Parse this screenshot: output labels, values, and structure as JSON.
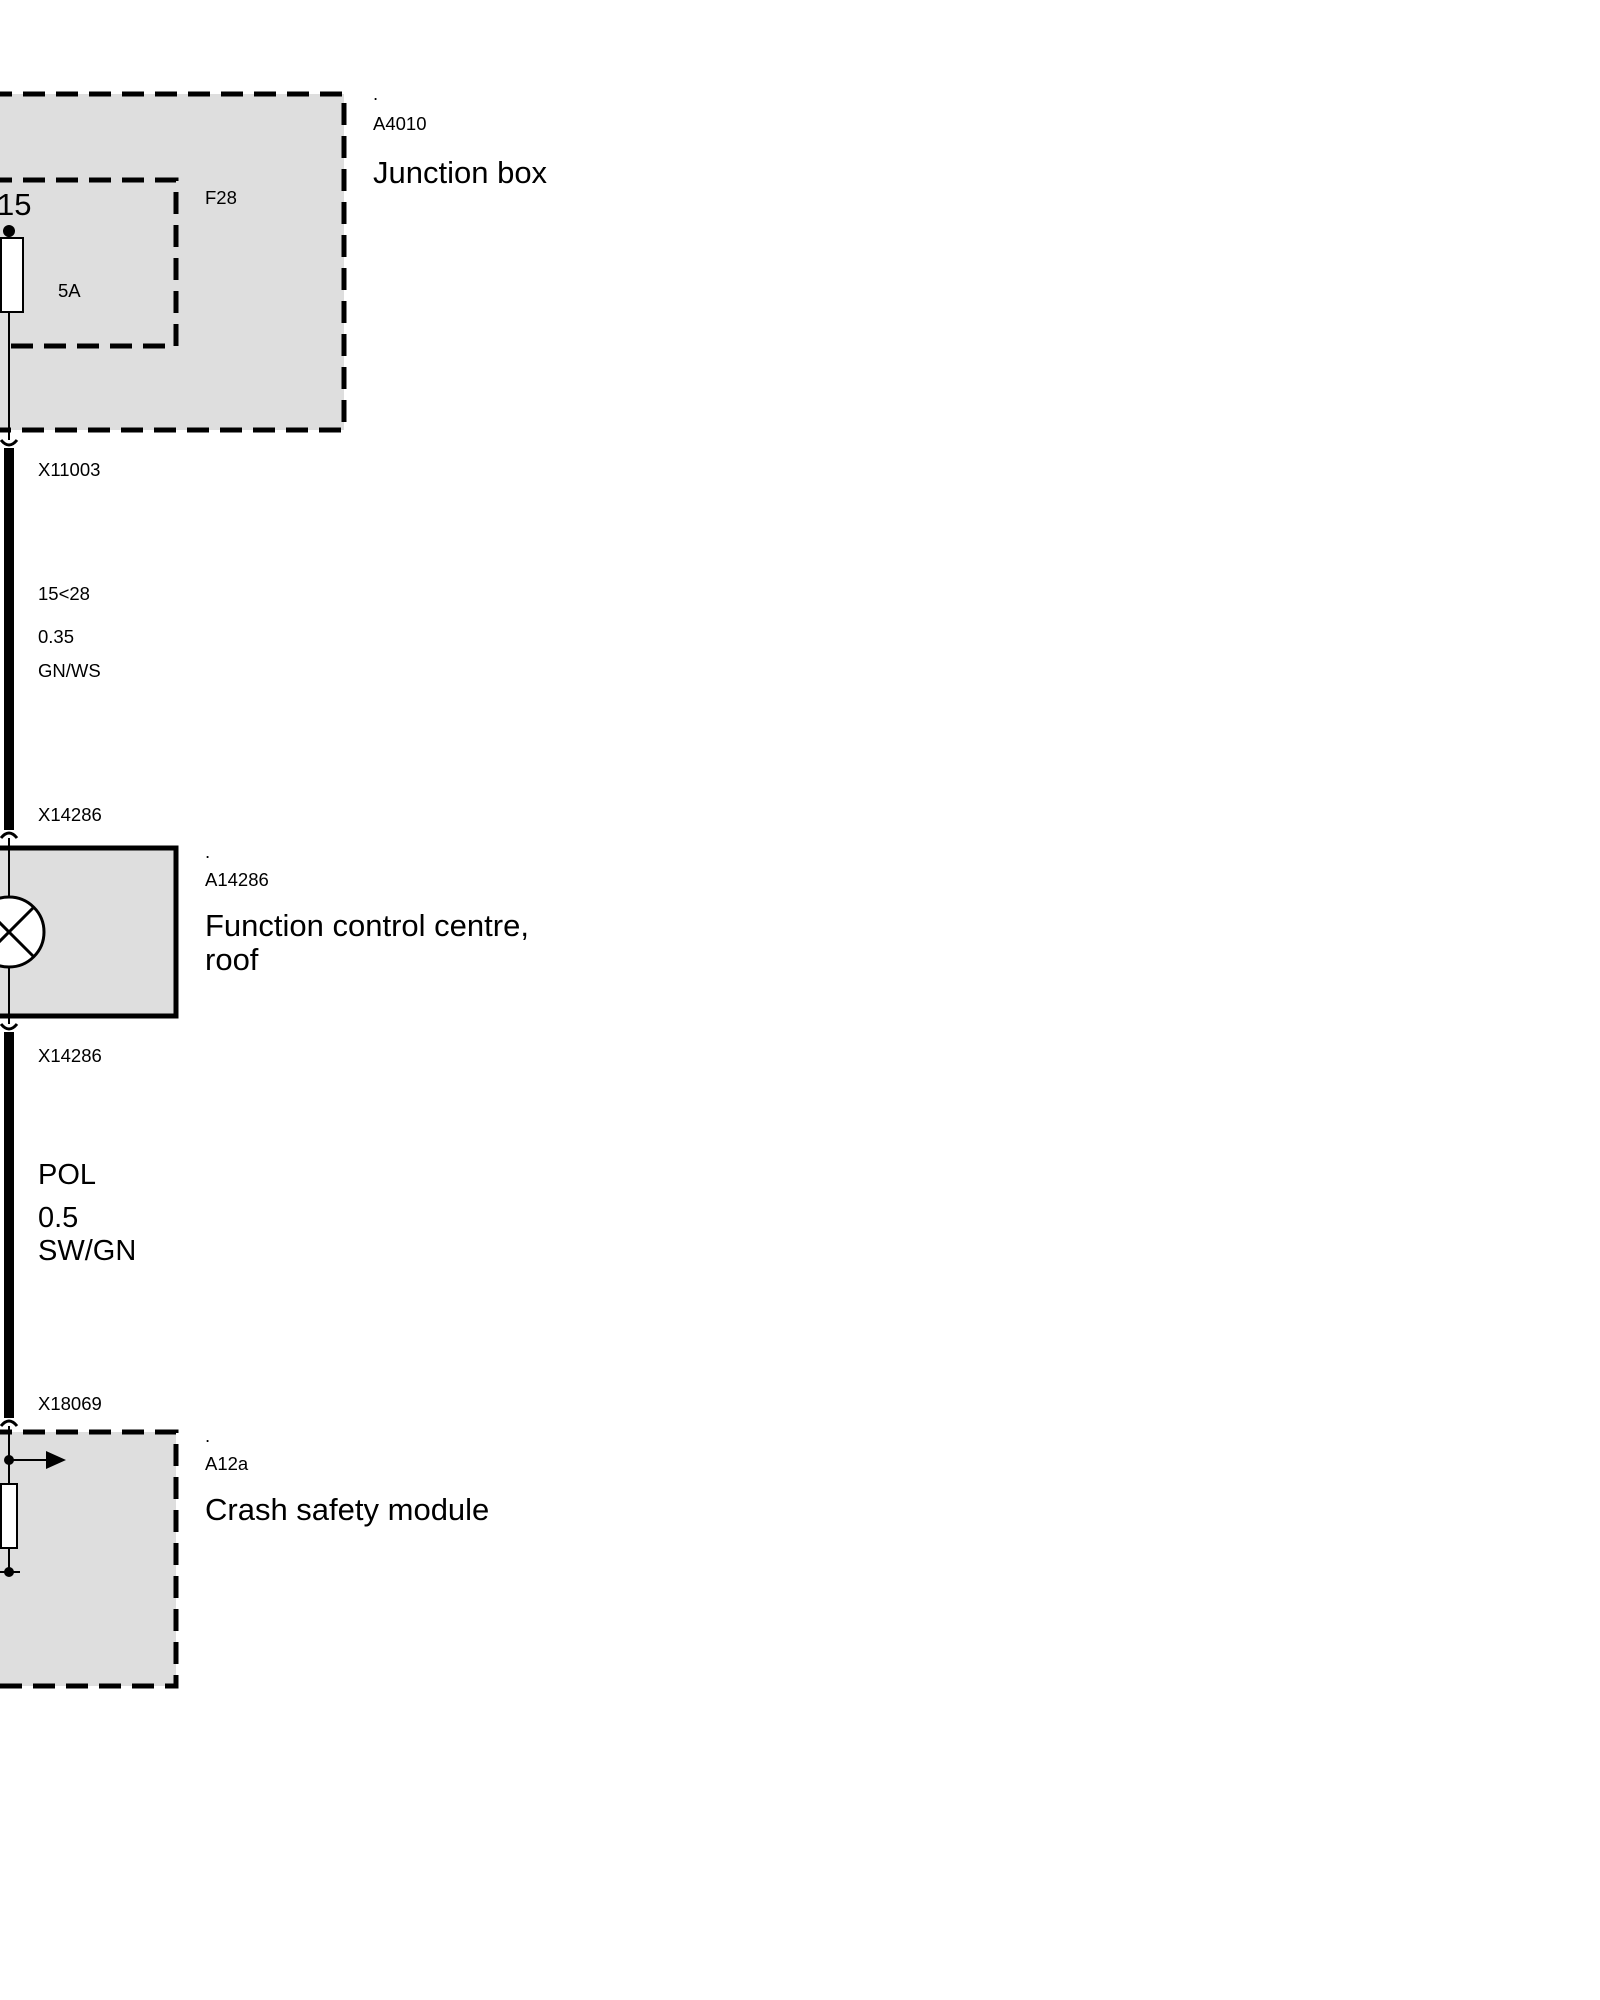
{
  "colors": {
    "box_fill": "#dedede",
    "line": "#000000",
    "background": "#ffffff"
  },
  "junction_box": {
    "dot": ".",
    "code": "A4010",
    "name": "Junction box",
    "terminal": "15",
    "fuse_id": "F28",
    "fuse_rating": "5A"
  },
  "connector_top": "X11003",
  "wire_1": {
    "signal": "15<28",
    "cross_section": "0.35",
    "color_code": "GN/WS"
  },
  "connector_fcc_in": "X14286",
  "function_control_centre": {
    "dot": ".",
    "code": "A14286",
    "name_line1": "Function control centre,",
    "name_line2": "roof"
  },
  "connector_fcc_out": "X14286",
  "wire_2": {
    "signal": "POL",
    "cross_section": "0.5",
    "color_code": "SW/GN"
  },
  "connector_bottom": "X18069",
  "crash_safety_module": {
    "dot": ".",
    "code": "A12a",
    "name": "Crash safety module"
  }
}
